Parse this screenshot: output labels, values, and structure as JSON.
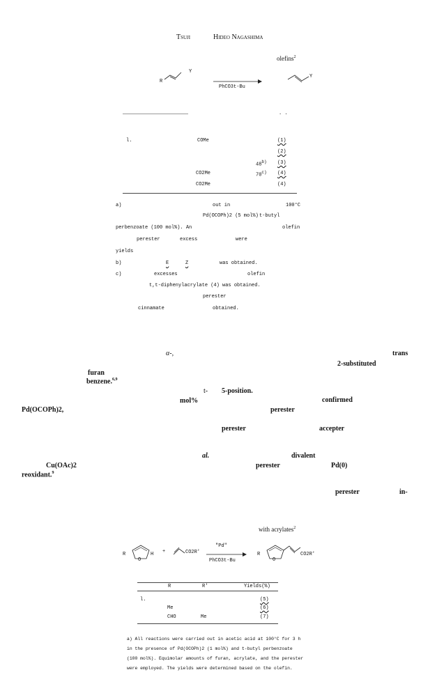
{
  "header": {
    "author1": "Tsuji",
    "author2": "Hideo Nagashima"
  },
  "scheme1": {
    "title_fragment": "olefins",
    "title_ref": "2",
    "reactant_R": "R",
    "reactant_Y": "Y",
    "product_Y": "Y",
    "reagent": "PhCO3t-Bu"
  },
  "table1": {
    "stray_marks": ". .",
    "rows": [
      {
        "c1": "l.",
        "c2": "COMe",
        "c3": "",
        "c4": "",
        "c5": "(1)"
      },
      {
        "c1": "",
        "c2": "",
        "c3": "",
        "c4": "",
        "c5": "(2)"
      },
      {
        "c1": "",
        "c2": "",
        "c3": "48",
        "c3sup": "b)",
        "c4": "",
        "c5": "(3)"
      },
      {
        "c1": "",
        "c2": "CO2Me",
        "c3": "",
        "c4": "70",
        "c4sup": "c)",
        "c5": "(4)"
      },
      {
        "c1": "",
        "c2": "CO2Me",
        "c3": "",
        "c4": "",
        "c5": "(4)"
      }
    ]
  },
  "footnotes1": [
    {
      "parts": [
        "a)",
        "out in",
        "100°C"
      ]
    },
    {
      "parts": [
        "Pd(OCOPh)2 (5 mol%)",
        "t-butyl"
      ]
    },
    {
      "parts": [
        "perbenzoate (100 mol%). An",
        "olefin"
      ]
    },
    {
      "parts": [
        "perester",
        "excess",
        "were"
      ]
    },
    {
      "parts": [
        "yields"
      ]
    },
    {
      "parts": [
        "b)",
        "E",
        "Z",
        "was obtained."
      ]
    },
    {
      "parts": [
        "c)",
        "excesses",
        "olefin"
      ]
    },
    {
      "parts": [
        "t,t-diphenylacrylate (4) was obtained."
      ]
    },
    {
      "parts": [
        "perester"
      ]
    },
    {
      "parts": [
        "cinnamate",
        "obtained."
      ]
    }
  ],
  "body_text": {
    "alpha": "α-,",
    "trans": "trans",
    "substituted": "2-substituted",
    "furan": "furan",
    "benzene": "benzene.",
    "benzene_ref": "6,9",
    "t": "t-",
    "position": "5-position.",
    "mol": "mol%",
    "confirmed": "confirmed",
    "pd": "Pd(OCOPh)2,",
    "perester1": "perester",
    "perester2": "perester",
    "accepter": "accepter",
    "al": "al.",
    "divalent": "divalent",
    "cu": "Cu(OAc)2",
    "perester3": "perester",
    "pd0": "Pd(0)",
    "reoxidant": "reoxidant.",
    "reoxidant_ref": "9",
    "perester4": "perester",
    "in": "in-"
  },
  "scheme2": {
    "title_fragment": "with acrylates",
    "title_ref": "2",
    "R1": "R",
    "O1": "O",
    "H1": "H",
    "plus": "+",
    "ester1": "CO2R'",
    "catalyst": "\"Pd\"",
    "reagent": "PhCO3t-Bu",
    "R2": "R",
    "O2": "O",
    "ester2": "CO2R'"
  },
  "table2": {
    "headers": [
      "R",
      "R'",
      "Yields(%)"
    ],
    "rows": [
      {
        "c1": "l.",
        "c2": "",
        "c3": "",
        "c4": "(5)"
      },
      {
        "c1": "",
        "c2": "Me",
        "c3": "",
        "c4": "(6)"
      },
      {
        "c1": "",
        "c2": "CHO",
        "c3": "Me",
        "c4": "(7)"
      }
    ]
  },
  "footnotes2": [
    "a) All reactions were carried out in acetic acid at 100°C for 3 h",
    "in the presence of Pd(OCOPh)2 (1 mol%) and t-butyl perbenzoate",
    "(100 mol%). Equimolar amounts of furan, acrylate, and the perester",
    "were employed. The yields were determined based on the olefin."
  ]
}
